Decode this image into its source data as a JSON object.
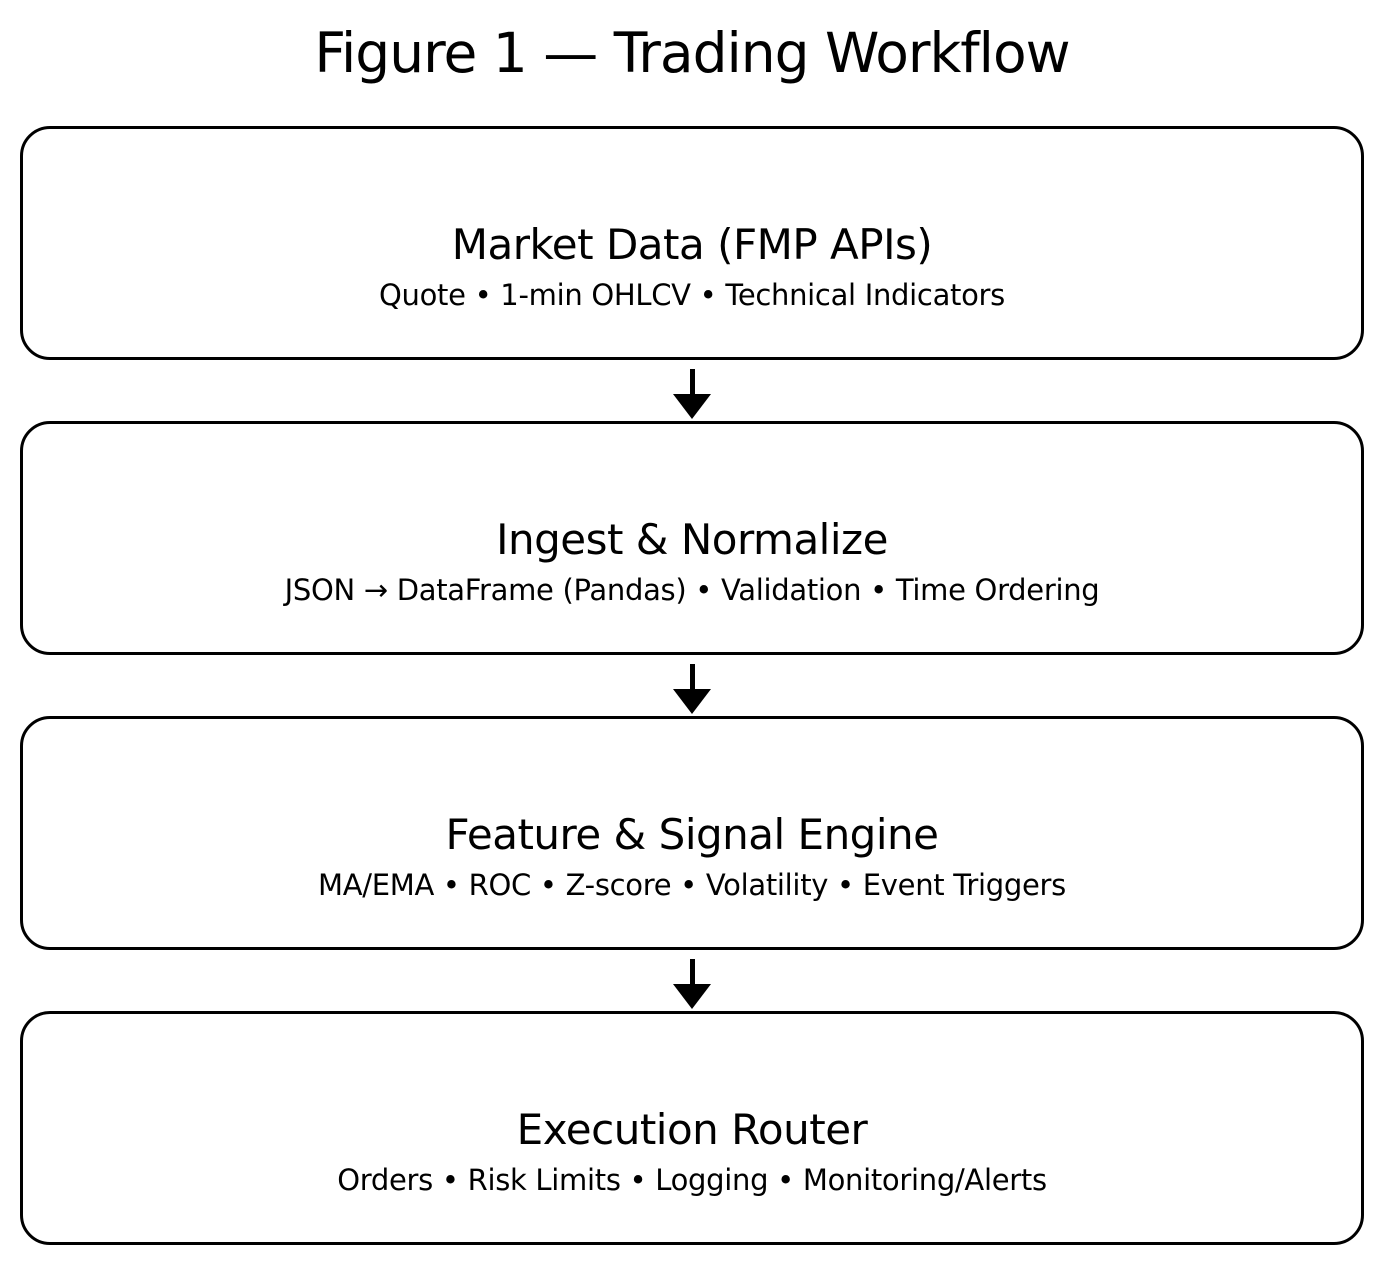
{
  "figure": {
    "title": "Figure 1 — Trading Workflow"
  },
  "flow": {
    "type": "vertical-flowchart",
    "connector": "arrow-down",
    "colors": {
      "border": "#000000",
      "background": "#ffffff",
      "text": "#000000"
    },
    "nodes": [
      {
        "heading": "Market Data (FMP APIs)",
        "details": "Quote • 1-min OHLCV • Technical Indicators"
      },
      {
        "heading": "Ingest & Normalize",
        "details": "JSON → DataFrame (Pandas) • Validation • Time Ordering"
      },
      {
        "heading": "Feature & Signal Engine",
        "details": "MA/EMA • ROC • Z-score • Volatility • Event Triggers"
      },
      {
        "heading": "Execution Router",
        "details": "Orders • Risk Limits • Logging • Monitoring/Alerts"
      }
    ]
  }
}
